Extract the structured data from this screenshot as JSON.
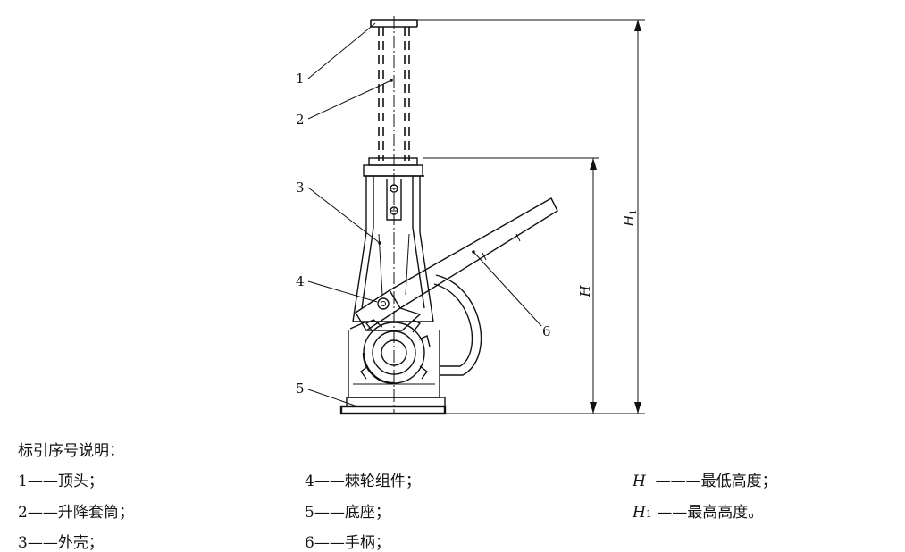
{
  "diagram": {
    "callouts": [
      "1",
      "2",
      "3",
      "4",
      "5",
      "6"
    ],
    "dimensions": {
      "h": "H",
      "h1_base": "H",
      "h1_sub": "1"
    }
  },
  "legend": {
    "title": "标引序号说明：",
    "items": [
      {
        "num": "1",
        "dash": "——",
        "text": "顶头；"
      },
      {
        "num": "2",
        "dash": "——",
        "text": "升降套筒；"
      },
      {
        "num": "3",
        "dash": "——",
        "text": "外壳；"
      },
      {
        "num": "4",
        "dash": "——",
        "text": "棘轮组件；"
      },
      {
        "num": "5",
        "dash": "——",
        "text": "底座；"
      },
      {
        "num": "6",
        "dash": "——",
        "text": "手柄；"
      }
    ],
    "dims": [
      {
        "sym": "H",
        "sub": "",
        "dash": "———",
        "text": "最低高度；"
      },
      {
        "sym": "H",
        "sub": "1",
        "dash": "——",
        "text": "最高高度。"
      }
    ]
  }
}
